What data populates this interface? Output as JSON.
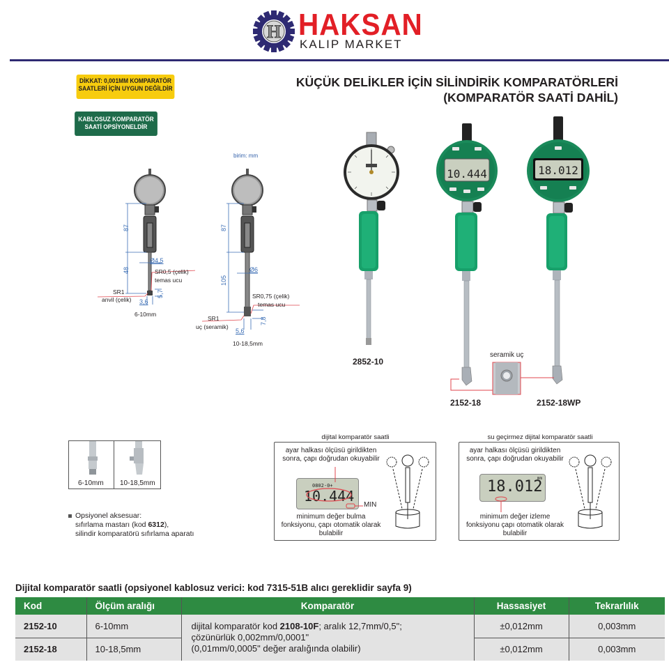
{
  "header": {
    "brand_name": "HAKSAN",
    "brand_subtitle": "KALIP MARKET",
    "logo_letter": "H",
    "colors": {
      "brand_red": "#e21f26",
      "brand_navy": "#2e2a72"
    }
  },
  "badges": {
    "warning": "DİKKAT: 0,001MM KOMPARATÖR SAATLERİ İÇİN UYGUN DEĞİLDİR",
    "wireless": "KABLOSUZ KOMPARATÖR SAATİ OPSİYONELDİR"
  },
  "title": {
    "line1": "KÜÇÜK DELİKLER İÇİN SİLİNDİRİK KOMPARATÖRLERİ",
    "line2": "(KOMPARATÖR SAATİ DAHİL)"
  },
  "diagrams": {
    "unit": "birim: mm",
    "small": {
      "dim_handle": "87",
      "dim_shaft": "48",
      "diameter": "Ø4,5",
      "contact_radius": "SR0,5 (çelik)",
      "contact_label": "temas ucu",
      "anvil_radius": "SR1",
      "anvil_label": "anvil (çelik)",
      "dim_tip_width": "3,6",
      "dim_tip_height": "5,7",
      "range": "6-10mm"
    },
    "large": {
      "dim_handle": "87",
      "dim_shaft": "105",
      "diameter": "Ø6",
      "contact_radius": "SR0,75 (çelik)",
      "contact_label": "temas ucu",
      "anvil_radius": "SR1",
      "anvil_label": "uç (seramik)",
      "dim_tip_width": "5,6",
      "dim_tip_height": "7,8",
      "range": "10-18,5mm"
    }
  },
  "products": [
    {
      "code": "2852-10",
      "type": "analog"
    },
    {
      "code": "2152-18",
      "type": "digital",
      "display": "10.444"
    },
    {
      "code": "2152-18WP",
      "type": "digital-waterproof",
      "display": "18.012"
    }
  ],
  "ceramic_tip_label": "seramik uç",
  "thumbnails": [
    {
      "label": "6-10mm"
    },
    {
      "label": "10-18,5mm"
    }
  ],
  "accessory": {
    "line1": "Opsiyonel aksesuar:",
    "line2_prefix": "sıfırlama mastarı (kod ",
    "line2_code": "6312",
    "line2_suffix": "),",
    "line3": "silindir komparatörü sıfırlama aparatı"
  },
  "features": [
    {
      "title": "dijital komparatör saatli",
      "top_text": "ayar halkası ölçüsü girildikten sonra, çapı doğrudan okuyabilir",
      "display": "10.444",
      "display_small": "0802-0+",
      "min_label": "MIN",
      "bottom_text": "minimum değer bulma fonksiyonu, çapı otomatik olarak bulabilir"
    },
    {
      "title": "su geçirmez dijital komparatör saatli",
      "top_text": "ayar halkası ölçüsü girildikten sonra, çapı doğrudan okuyabilir",
      "display": "18.012",
      "display_unit": "mm",
      "bottom_text": "minimum değer izleme fonksiyonu çapı otomatik olarak bulabilir"
    }
  ],
  "table": {
    "caption": "Dijital komparatör saatli (opsiyonel kablosuz verici: kod 7315-51B alıcı gereklidir sayfa 9)",
    "headers": [
      "Kod",
      "Ölçüm aralığı",
      "Komparatör",
      "Hassasiyet",
      "Tekrarlılık"
    ],
    "comparator_text": {
      "prefix": "dijital komparatör kod ",
      "code": "2108-10F",
      "rest1": "; aralık 12,7mm/0,5\";",
      "line2": "çözünürlük 0,002mm/0,0001\"",
      "line3": "(0,01mm/0,0005\" değer aralığında olabilir)"
    },
    "rows": [
      {
        "kod": "2152-10",
        "range": "6-10mm",
        "accuracy": "±0,012mm",
        "repeatability": "0,003mm"
      },
      {
        "kod": "2152-18",
        "range": "10-18,5mm",
        "accuracy": "±0,012mm",
        "repeatability": "0,003mm"
      }
    ],
    "colors": {
      "header_bg": "#2e8b42",
      "row_bg": "#e3e3e3"
    }
  }
}
